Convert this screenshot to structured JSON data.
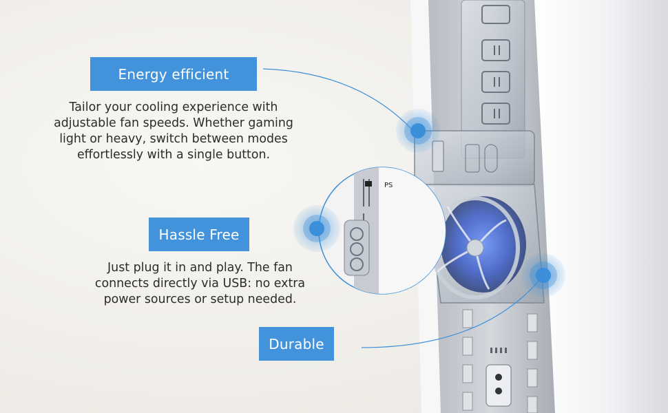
{
  "colors": {
    "accent": "#3b8fd9",
    "label_bg": "#4293dc",
    "background": "#f4f2ee",
    "text": "#2b2b2b"
  },
  "features": {
    "energy": {
      "label": "Energy efficient",
      "desc_lines": [
        "Tailor your cooling experience with",
        "adjustable fan speeds. Whether gaming",
        "light or heavy, switch between modes",
        "effortlessly with a single button."
      ]
    },
    "hassle": {
      "label": "Hassle Free",
      "desc_lines": [
        "Just plug it in and play. The fan",
        "connects directly via USB: no extra",
        "power sources or setup needed."
      ]
    },
    "durable": {
      "label": "Durable"
    }
  },
  "icons": [
    "playstation-logo-icon",
    "fan-icon",
    "usb-port-icon",
    "power-socket-icon"
  ]
}
